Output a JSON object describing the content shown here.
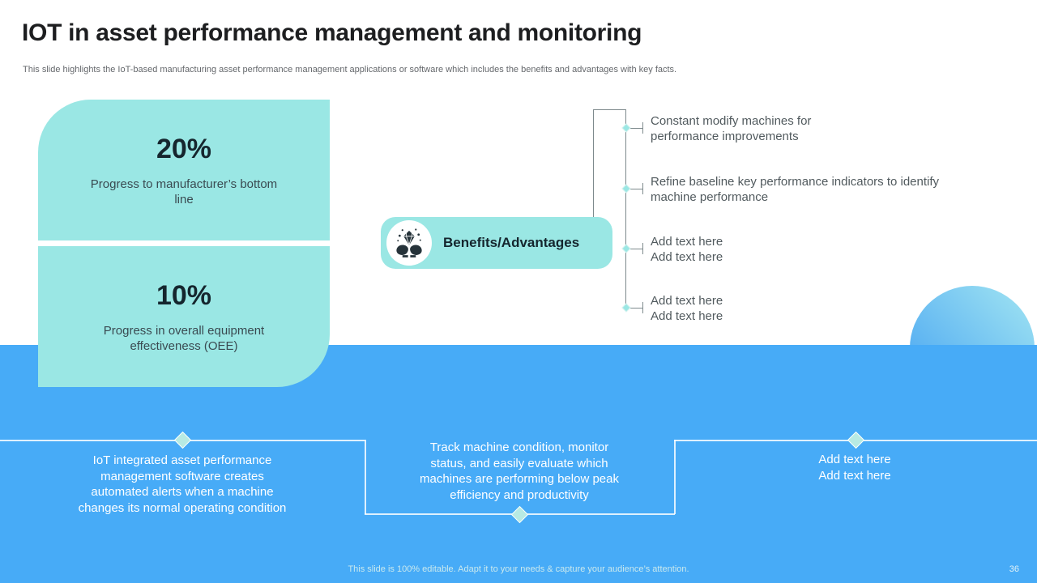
{
  "header": {
    "title": "IOT in asset performance management and monitoring",
    "subtitle": "This slide highlights the IoT-based manufacturing asset performance management applications or software which includes the benefits and advantages with key facts."
  },
  "stats": [
    {
      "value": "20%",
      "label": "Progress to manufacturer’s bottom line"
    },
    {
      "value": "10%",
      "label": "Progress in overall equipment effectiveness (OEE)"
    }
  ],
  "center": {
    "label": "Benefits/Advantages",
    "icon": "diamond-hands-icon"
  },
  "branches": [
    {
      "lines": [
        "Constant modify machines for",
        "performance improvements"
      ]
    },
    {
      "lines": [
        "Refine baseline key performance indicators to identify",
        "machine performance"
      ]
    },
    {
      "lines": [
        "Add text here",
        "Add text here"
      ]
    },
    {
      "lines": [
        "Add text here",
        "Add text here"
      ]
    }
  ],
  "bottom_blocks": [
    {
      "lines": [
        "IoT integrated asset performance",
        "management software creates",
        "automated alerts when a machine",
        "changes its normal operating condition"
      ]
    },
    {
      "lines": [
        "Track machine condition, monitor",
        "status,  and easily evaluate which",
        "machines are performing below peak",
        "efficiency and productivity"
      ]
    },
    {
      "lines": [
        "Add text here",
        "Add text here"
      ]
    }
  ],
  "footer": {
    "note": "This slide is 100% editable. Adapt it to your needs & capture your audience’s attention.",
    "page_number": "36"
  },
  "colors": {
    "teal": "#9ae7e4",
    "band_blue": "#47abf7",
    "title_text": "#1d1e20",
    "body_gray": "#515a5e",
    "diamond_fill": "#b7eae3",
    "circle_gradient_start": "#55aef2",
    "circle_gradient_end": "#9ee2f2"
  }
}
